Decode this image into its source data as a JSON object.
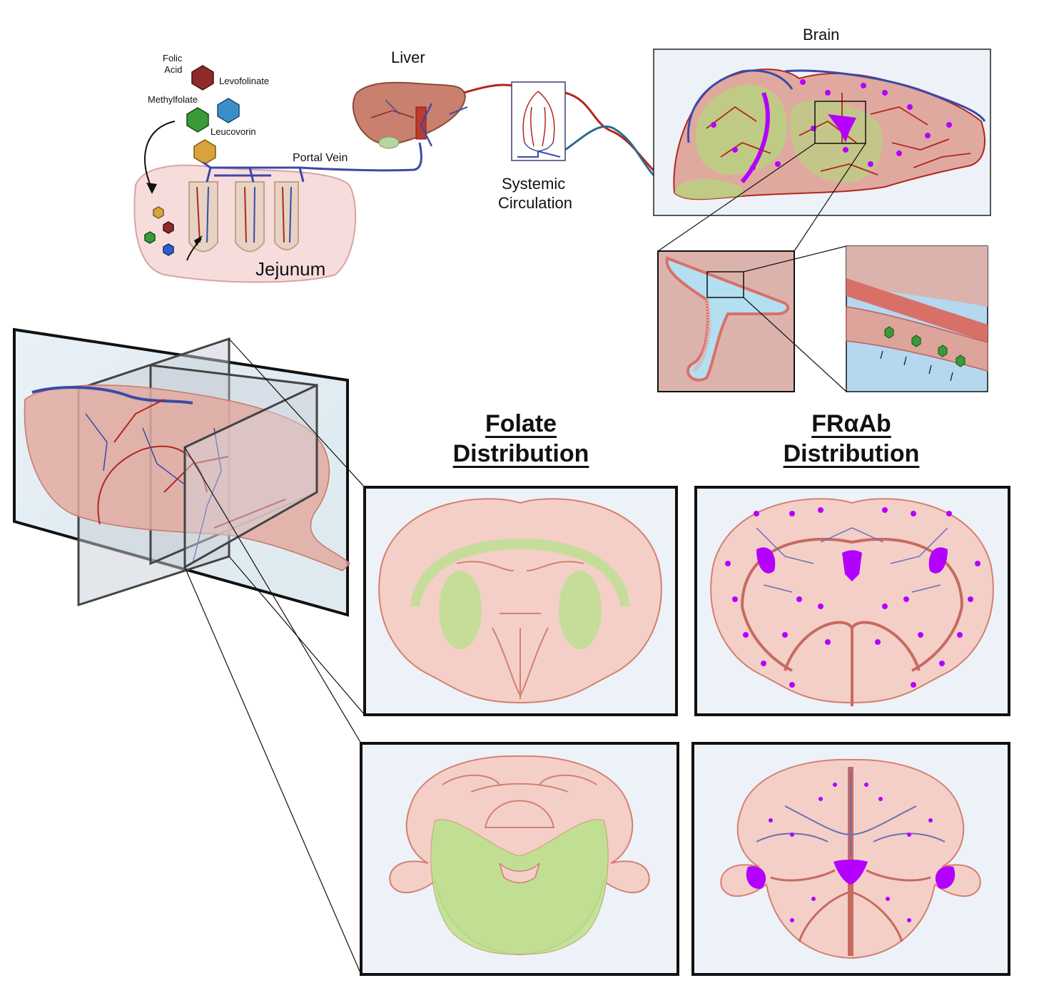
{
  "molecules": {
    "folic_acid": "Folic\nAcid",
    "levofolinate": "Levofolinate",
    "methylfolate": "Methylfolate",
    "leucovorin": "Leucovorin"
  },
  "organs": {
    "jejunum": "Jejunum",
    "portal_vein": "Portal Vein",
    "liver": "Liver",
    "systemic_line1": "Systemic",
    "systemic_line2": "Circulation",
    "brain": "Brain"
  },
  "panels": {
    "folate_title_line1": "Folate",
    "folate_title_line2": "Distribution",
    "frab_title_line1": "FRαAb",
    "frab_title_line2": "Distribution"
  },
  "colors": {
    "folic_acid": "#8e2a2a",
    "methylfolate": "#3a9a3a",
    "levofolinate_blue": "#3a8fc9",
    "leucovorin": "#d9a23a",
    "artery": "#b3261e",
    "vein": "#3b4aa8",
    "folate_green": "#9fe07a",
    "frab_purple": "#b300ff",
    "tissue_pink": "#f0c9c2",
    "panel_bg": "#edf2f8"
  }
}
